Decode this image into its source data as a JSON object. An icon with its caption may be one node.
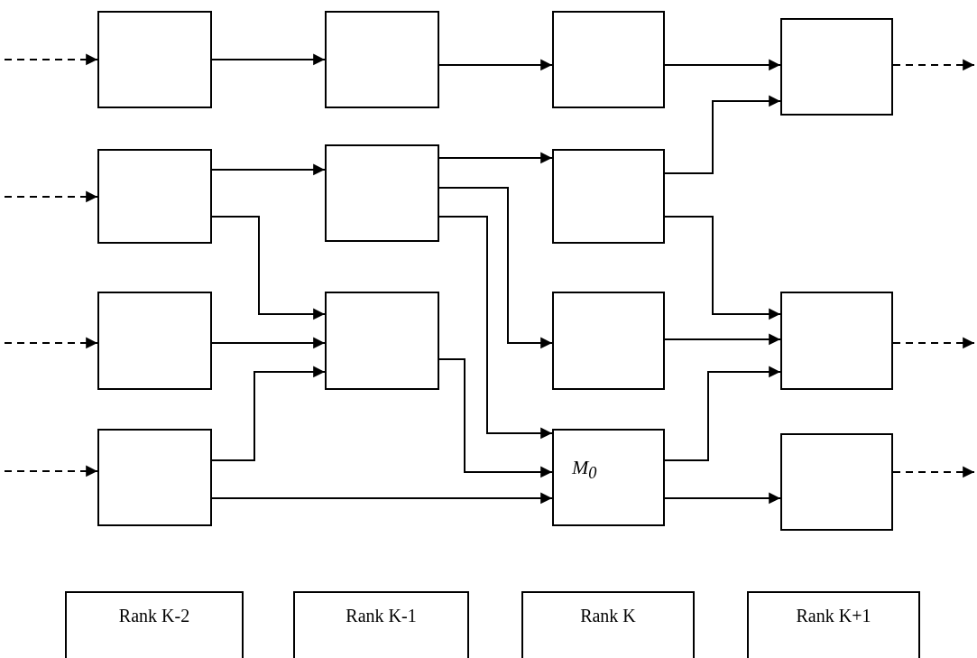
{
  "diagram": {
    "nodes": [
      {
        "text": [],
        "shape": "box"
      },
      {
        "text": [],
        "shape": "box"
      },
      {
        "text": [],
        "shape": "box"
      },
      {
        "text": [],
        "shape": "box"
      },
      {
        "text": [],
        "shape": "box"
      },
      {
        "text": [],
        "shape": "box"
      },
      {
        "text": [],
        "shape": "box"
      },
      {
        "text": [],
        "shape": "box"
      },
      {
        "text": [],
        "shape": "box"
      },
      {
        "text": [],
        "shape": "box"
      },
      {
        "text": [],
        "shape": "box"
      },
      {
        "text": [],
        "shape": "box"
      },
      {
        "text": [
          "M$_{0}$"
        ]
      },
      {
        "text": [],
        "shape": "box"
      },
      {
        "text": [
          "Rank K-2"
        ]
      },
      {
        "text": [
          "Rank K-1"
        ]
      },
      {
        "text": [
          "Rank K"
        ]
      },
      {
        "text": [
          "Rank K+1"
        ]
      }
    ],
    "edges": [
      {
        "from": null,
        "to": 0,
        "arrow": "to",
        "style": "dashed"
      },
      {
        "from": null,
        "to": 4,
        "arrow": "to",
        "style": "dashed"
      },
      {
        "from": null,
        "to": 7,
        "arrow": "to",
        "style": "dashed"
      },
      {
        "from": null,
        "to": 11,
        "arrow": "to",
        "style": "dashed"
      },
      {
        "from": 0,
        "to": 1,
        "arrow": "to"
      },
      {
        "from": 1,
        "to": 2,
        "arrow": "to"
      },
      {
        "from": 2,
        "to": 3,
        "arrow": "to"
      },
      {
        "from": 3,
        "to": null,
        "arrow": "to",
        "style": "dashed"
      },
      {
        "from": 4,
        "to": 5,
        "arrow": "to"
      },
      {
        "from": 4,
        "to": 8,
        "arrow": "to"
      },
      {
        "from": 5,
        "to": 6,
        "arrow": "to"
      },
      {
        "from": 5,
        "to": 9,
        "arrow": "to"
      },
      {
        "from": 5,
        "to": 12,
        "arrow": "to"
      },
      {
        "from": 7,
        "to": 8,
        "arrow": "to"
      },
      {
        "from": 11,
        "to": 8,
        "arrow": "to"
      },
      {
        "from": 11,
        "to": 12,
        "arrow": "to"
      },
      {
        "from": 8,
        "to": 12,
        "arrow": "to"
      },
      {
        "from": 6,
        "to": 3,
        "arrow": "to"
      },
      {
        "from": 6,
        "to": 10,
        "arrow": "to"
      },
      {
        "from": 9,
        "to": 10,
        "arrow": "to"
      },
      {
        "from": 12,
        "to": 10,
        "arrow": "to"
      },
      {
        "from": 12,
        "to": 13,
        "arrow": "to"
      },
      {
        "from": 10,
        "to": null,
        "arrow": "to",
        "style": "dashed"
      },
      {
        "from": 13,
        "to": null,
        "arrow": "to",
        "style": "dashed"
      }
    ]
  }
}
